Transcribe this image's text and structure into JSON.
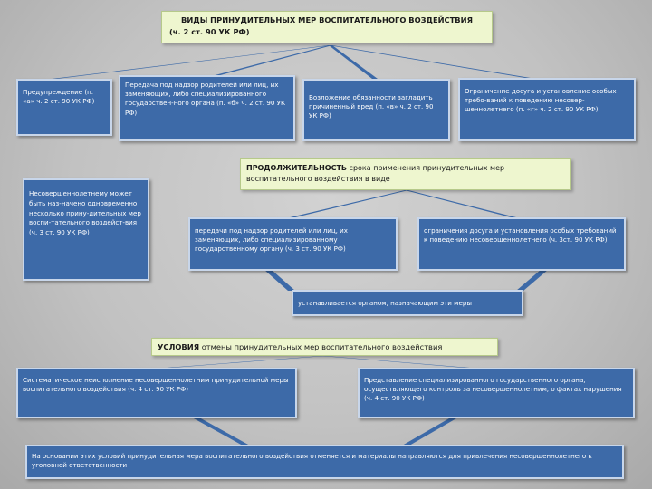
{
  "title": {
    "line1": "ВИДЫ ПРИНУДИТЕЛЬНЫХ МЕР ВОСПИТАТЕЛЬНОГО ВОЗДЕЙСТВИЯ",
    "line2": "(ч. 2 ст. 90 УК РФ)"
  },
  "measures": [
    "Предупреждение (п. «а» ч. 2 ст. 90 УК РФ)",
    "Передача под надзор родителей или лиц, их заменяющих, либо специализированного государствен-ного органа (п. «б» ч. 2 ст. 90 УК РФ)",
    "Возложение обязанности загладить причиненный вред (п. «в» ч. 2 ст. 90 УК РФ)",
    "Ограничение досуга и установление особых требо-ваний к поведению несовер-шеннолетнего (п. «г» ч. 2 ст. 90 УК РФ)"
  ],
  "side_note": "Несовершеннолетнему может быть наз-начено одновременно несколько прину-дительных мер воспи-тательного воздейст-вия (ч. 3 ст. 90 УК РФ)",
  "duration": {
    "keyword": "ПРОДОЛЖИТЕЛЬНОСТЬ",
    "rest": " срока применения принудительных мер воспитательного воздействия в виде"
  },
  "duration_items": [
    "передачи под надзор родителей или лиц, их заменяющих, либо специализированному государственному органу (ч. 3 ст. 90 УК РФ)",
    "ограничения досуга и установления особых требований к поведению несовершеннолетнего (ч. 3ст. 90 УК РФ)"
  ],
  "set_by": "устанавливается органом, назначающим эти меры",
  "conditions": {
    "keyword": "УСЛОВИЯ",
    "rest": " отмены принудительных мер воспитательного воздействия"
  },
  "condition_items": [
    "Систематическое неисполнение несовершеннолетним принудительной меры воспитательного воздействия (ч. 4 ст. 90 УК РФ)",
    "Представление специализированного государственного органа, осуществляющего контроль за несовершеннолетним, о фактах нарушения (ч. 4 ст. 90 УК РФ)"
  ],
  "conclusion": "На основании этих условий принудительная мера воспитательного воздействия отменяется и материалы направляются для привлечения несовершеннолетнего к уголовной ответственности",
  "colors": {
    "box_blue": "#3d6aa8",
    "box_green": "#eef6cf",
    "connector": "#3d6aa8"
  }
}
